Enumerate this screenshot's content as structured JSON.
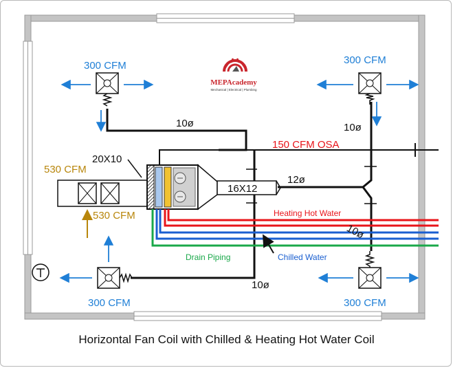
{
  "logo": {
    "text": "MEPAcademy",
    "tagline": "Mechanical | Electrical | Plumbing"
  },
  "diffusers": {
    "top_left_cfm": "300 CFM",
    "top_right_cfm": "300 CFM",
    "bottom_left_cfm": "300 CFM",
    "bottom_right_cfm": "300 CFM"
  },
  "ducts": {
    "top_left_size": "10ø",
    "top_right_size": "10ø",
    "supply_main_size": "16X12",
    "supply_branch_size": "12ø",
    "bottom_size": "10ø",
    "right_vertical_size": "10ø",
    "return_size": "20X10"
  },
  "airflows": {
    "outside_air": "150 CFM OSA",
    "return_cfm": "530 CFM",
    "inlet_cfm": "530 CFM"
  },
  "piping": {
    "heating": "Heating Hot Water",
    "chilled": "Chilled Water",
    "drain": "Drain Piping"
  },
  "colors": {
    "heating": "#e8141a",
    "chilled": "#1a5fd0",
    "drain": "#1aa84a",
    "label_blue": "#1f7fd6",
    "label_gold": "#b8860b",
    "wall": "#b0b0b0"
  },
  "caption": "Horizontal Fan Coil with Chilled & Heating Hot Water Coil"
}
